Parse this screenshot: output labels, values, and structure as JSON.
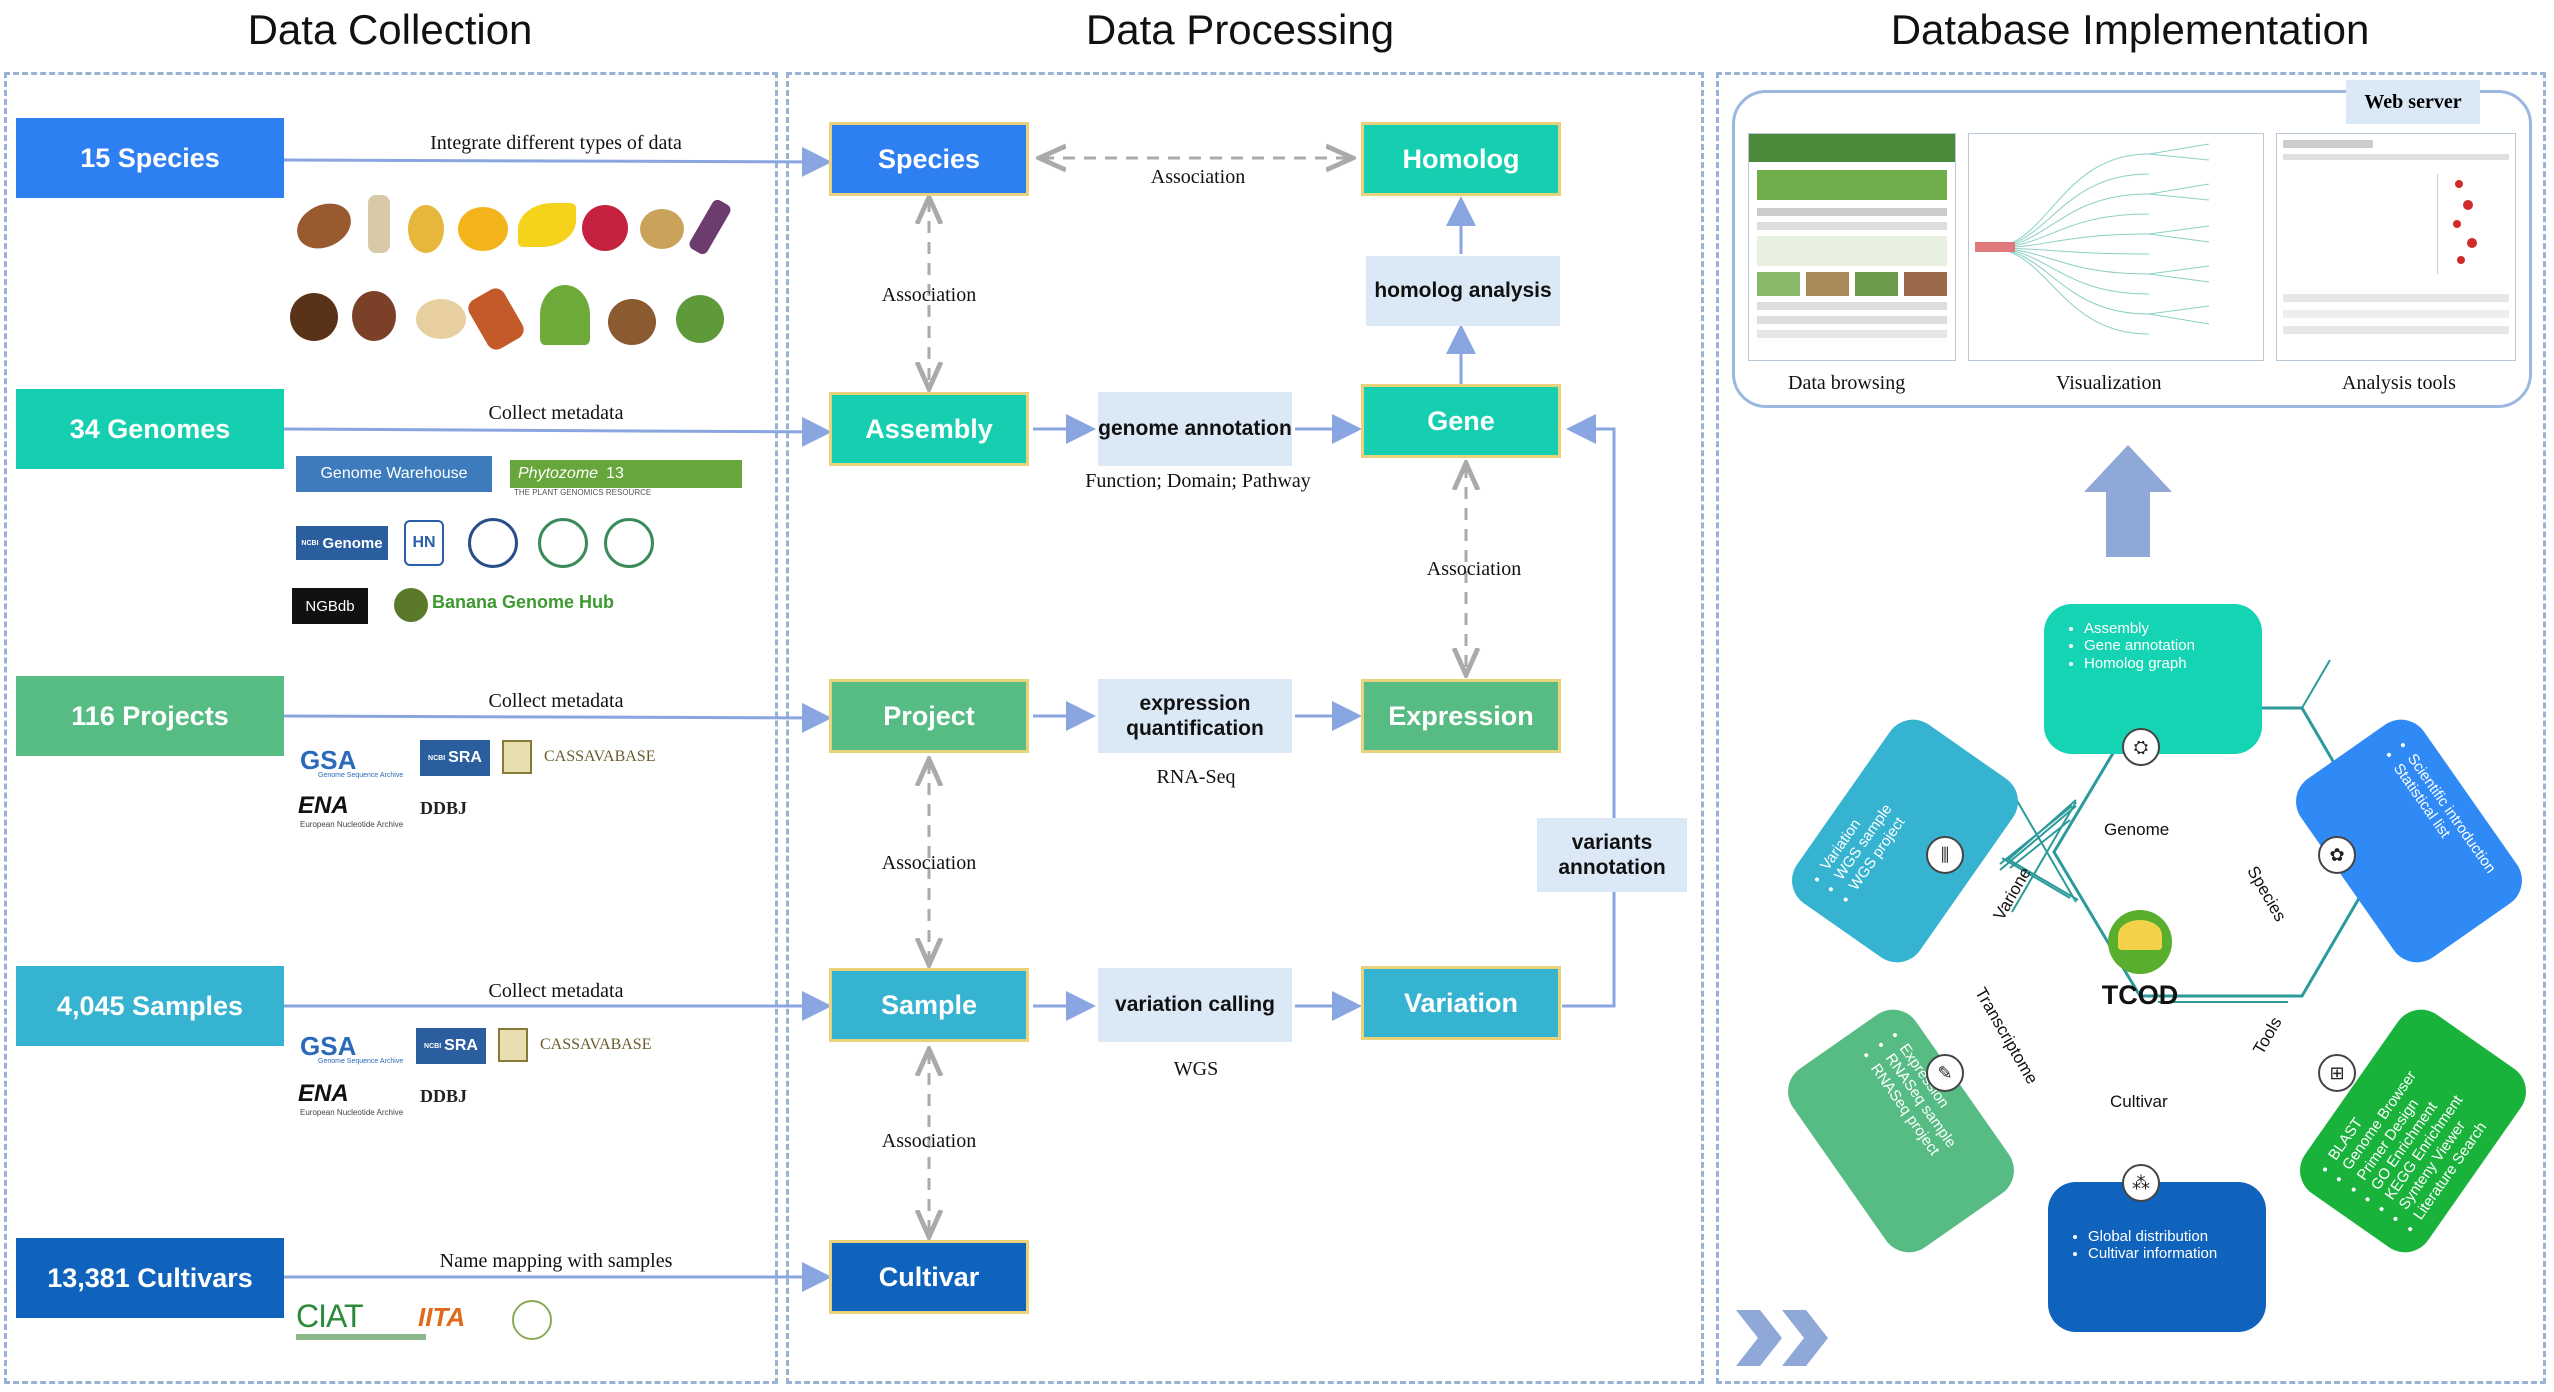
{
  "sections": {
    "collection": "Data Collection",
    "processing": "Data Processing",
    "implementation": "Database Implementation"
  },
  "colors": {
    "species": "#2e7ff2",
    "genomes": "#15cfb0",
    "projects": "#56bc83",
    "samples": "#36b3d0",
    "cultivars": "#0f63bd",
    "arrow": "#8aa6e0",
    "panel_border": "#9ab3d4"
  },
  "collection": {
    "species": {
      "label": "15 Species",
      "edge": "Integrate different types of data"
    },
    "genomes": {
      "label": "34 Genomes",
      "edge": "Collect metadata",
      "sources": [
        "Genome Warehouse",
        "Phytozome",
        "13",
        "THE PLANT GENOMICS RESOURCE",
        "NCBI",
        "Genome",
        "HN",
        "NGBdb",
        "Banana Genome Hub"
      ]
    },
    "projects": {
      "label": "116 Projects",
      "edge": "Collect metadata",
      "sources": [
        "GSA",
        "Genome Sequence Archive",
        "NCBI",
        "SRA",
        "CASSAVABASE",
        "ENA",
        "European Nucleotide Archive",
        "DDBJ"
      ]
    },
    "samples": {
      "label": "4,045 Samples",
      "edge": "Collect metadata",
      "sources": [
        "GSA",
        "Genome Sequence Archive",
        "NCBI",
        "SRA",
        "CASSAVABASE",
        "ENA",
        "European Nucleotide Archive",
        "DDBJ"
      ]
    },
    "cultivars": {
      "label": "13,381 Cultivars",
      "edge": "Name mapping with samples",
      "sources": [
        "CIAT",
        "IITA"
      ]
    }
  },
  "processing": {
    "species": "Species",
    "homolog": "Homolog",
    "assembly": "Assembly",
    "gene": "Gene",
    "project": "Project",
    "expression": "Expression",
    "sample": "Sample",
    "variation": "Variation",
    "cultivar": "Cultivar",
    "homolog_analysis": "homolog analysis",
    "genome_annotation": "genome annotation",
    "genome_annotation_note": "Function; Domain; Pathway",
    "expression_quantification": "expression quantification",
    "expression_note": "RNA-Seq",
    "variation_calling": "variation calling",
    "variation_note": "WGS",
    "variants_annotation": "variants annotation",
    "association": "Association"
  },
  "implementation": {
    "web_server": "Web server",
    "captions": [
      "Data browsing",
      "Visualization",
      "Analysis tools"
    ],
    "center": "TCOD",
    "hex_labels": {
      "genome": "Genome",
      "species": "Species",
      "tools": "Tools",
      "cultivar": "Cultivar",
      "transcriptome": "Transcriptome",
      "varione": "Varione"
    },
    "tiles": {
      "genome": {
        "items": [
          "Assembly",
          "Gene annotation",
          "Homolog graph"
        ],
        "color": "#15d4b3"
      },
      "species": {
        "items": [
          "Scientific introduction",
          "Statistical list"
        ],
        "color": "#2f8af5"
      },
      "tools": {
        "items": [
          "BLAST",
          "Genome Browser",
          "Primer Design",
          "GO Enrichment",
          "KEGG Enrichment",
          "Synteny Viewer",
          "Literature Search"
        ],
        "color": "#19b33c"
      },
      "cultivar": {
        "items": [
          "Global distribution",
          "Cultivar information"
        ],
        "color": "#0f63bd"
      },
      "transcriptome": {
        "items": [
          "Expression",
          "RNASeq sample",
          "RNASeq project"
        ],
        "color": "#56bc83"
      },
      "varione": {
        "items": [
          "Variation",
          "WGS sample",
          "WGS project"
        ],
        "color": "#36b3d0"
      }
    }
  }
}
